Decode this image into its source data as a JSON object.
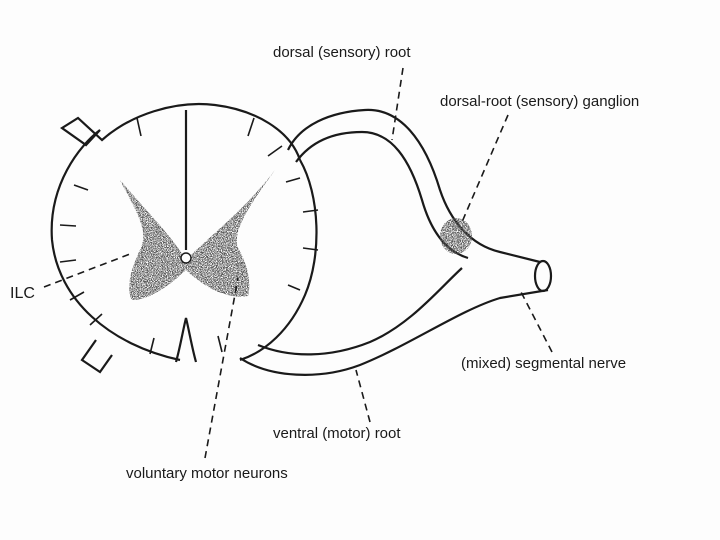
{
  "labels": {
    "dorsal_root": "dorsal (sensory) root",
    "ganglion": "dorsal-root (sensory) ganglion",
    "ilc": "ILC",
    "mixed_nerve": "(mixed) segmental nerve",
    "ventral_root": "ventral (motor) root",
    "voluntary_motor": "voluntary motor neurons"
  },
  "colors": {
    "ink": "#1a1a1a",
    "gray_matter_stipple": "#333333",
    "paper": "#fdfdfd"
  }
}
